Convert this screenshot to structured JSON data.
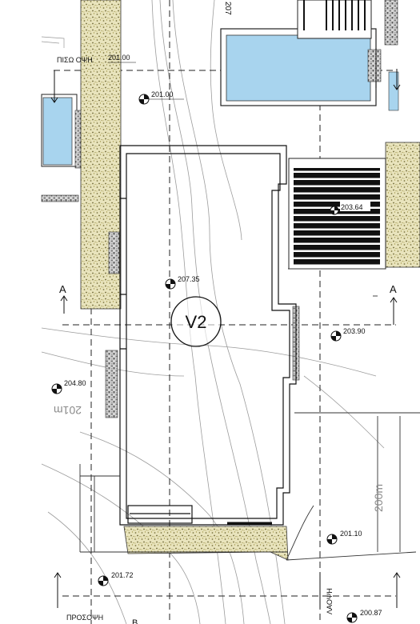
{
  "plan": {
    "villa_tag": "V2",
    "section_labels": {
      "left": "A",
      "right": "A"
    },
    "view_labels": {
      "rear": "ΠΙΣΩ ΟΨΗ",
      "front": "ΠΡΟΣΟΨΗ",
      "side": "ΛΑΟΨΗ",
      "bottom_mark": "B"
    },
    "contours": {
      "c201": "201m",
      "c200": "200m",
      "c207_top": "207"
    },
    "spot_levels": {
      "rear_view": "201.00",
      "upper_left": "201.00",
      "roof": "207.35",
      "deck": "203.64",
      "east": "203.90",
      "west": "204.80",
      "south_east": "201.10",
      "front_left": "201.72",
      "bottom_right": "200.87"
    }
  },
  "colors": {
    "pool_water": "#a8d4ee",
    "gravel": "#d6d09a",
    "deck": "#111111",
    "line": "#111111"
  }
}
